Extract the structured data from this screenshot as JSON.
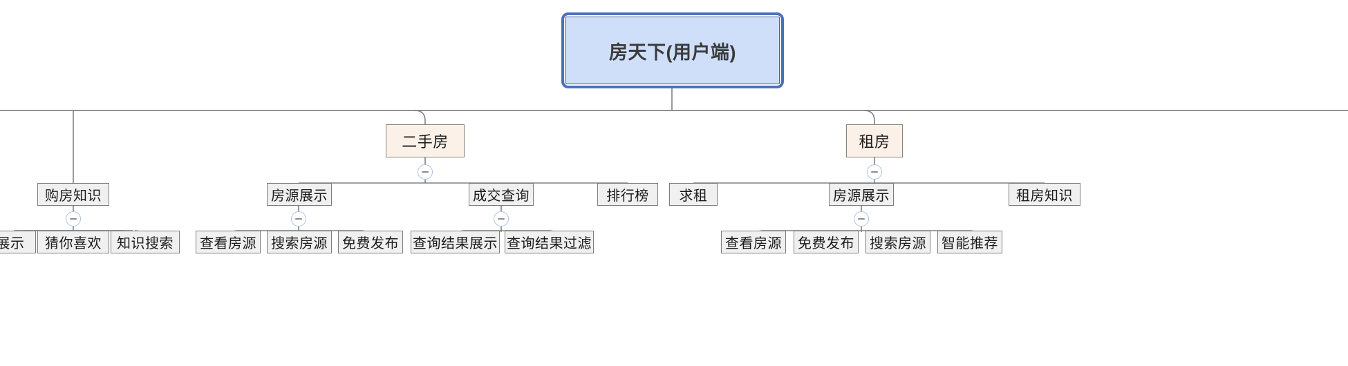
{
  "diagram": {
    "type": "mindmap-tree",
    "title_node": "房天下(用户端)",
    "orientation": "top-down",
    "colors": {
      "root_fill": "#cfdffa",
      "root_border": "#4b5f86",
      "selection_border": "#4a72b8",
      "level2_fill": "#fcf1e8",
      "level2_border": "#8a8178",
      "node_fill": "#f0f0f0",
      "node_border": "#7d7d7d",
      "wire": "#808080",
      "toggle_ring": "#a9c3e8",
      "toggle_bar": "#8c8c8c"
    }
  },
  "root": {
    "label": "房天下(用户端)"
  },
  "nodes": {
    "gou_fang_zhi_shi": "购房知识",
    "er_shou_fang": "二手房",
    "zu_fang": "租房",
    "fang_yuan_zhan_shi_a": "房源展示",
    "cheng_jiao_cha_xun": "成交查询",
    "pai_hang_bang": "排行榜",
    "qiu_zu": "求租",
    "fang_yuan_zhan_shi_b": "房源展示",
    "zu_fang_zhi_shi": "租房知识"
  },
  "leaves": {
    "zhi_shi_zhan_shi": "展示",
    "cai_ni_xi_huan": "猜你喜欢",
    "zhi_shi_sou_suo": "知识搜索",
    "cha_kan_fang_yuan_a": "查看房源",
    "sou_suo_fang_yuan_a": "搜索房源",
    "mian_fei_fa_bu_a": "免费发布",
    "cha_xun_jie_guo_zhan_shi": "查询结果展示",
    "cha_xun_jie_guo_guo_lv": "查询结果过滤",
    "cha_kan_fang_yuan_b": "查看房源",
    "mian_fei_fa_bu_b": "免费发布",
    "sou_suo_fang_yuan_b": "搜索房源",
    "zhi_neng_tui_jian": "智能推荐"
  },
  "toggles": {
    "symbol": "minus",
    "state": "expanded"
  }
}
